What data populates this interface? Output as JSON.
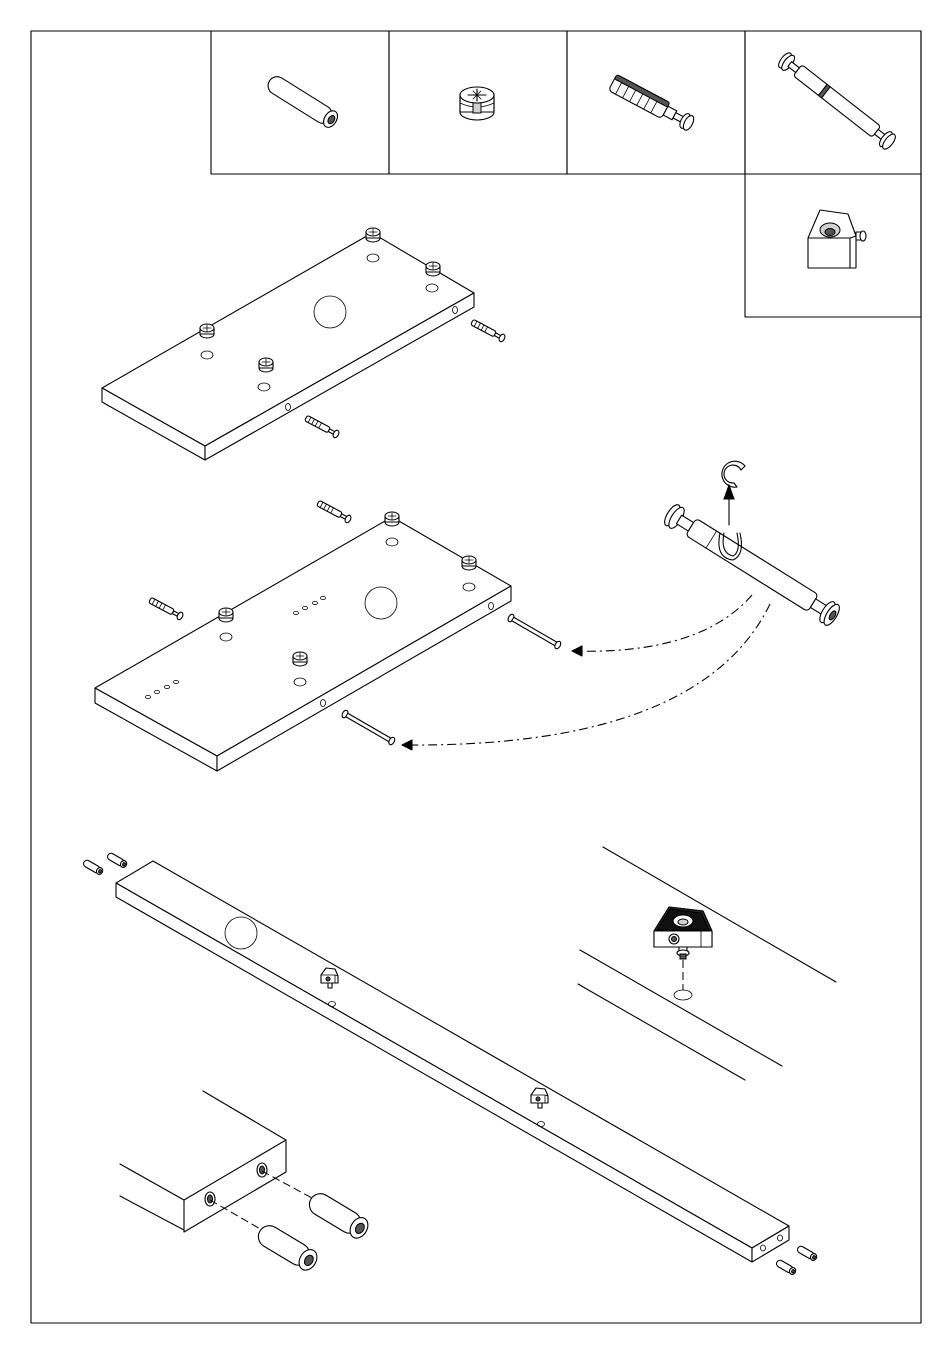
{
  "diagram": {
    "kind": "assembly-instructions",
    "hardware_legend": [
      {
        "icon": "wooden-dowel-icon"
      },
      {
        "icon": "cam-lock-icon"
      },
      {
        "icon": "cam-bolt-icon"
      },
      {
        "icon": "double-cam-bolt-icon"
      },
      {
        "icon": "shelf-support-icon"
      }
    ],
    "steps": [
      {
        "name": "panel-with-cam-locks"
      },
      {
        "name": "panel-with-double-cam-bolts"
      },
      {
        "name": "long-rail-with-supports"
      }
    ],
    "colors": {
      "line": "#000000",
      "background": "#ffffff",
      "shade": "#d0d0d0"
    }
  }
}
